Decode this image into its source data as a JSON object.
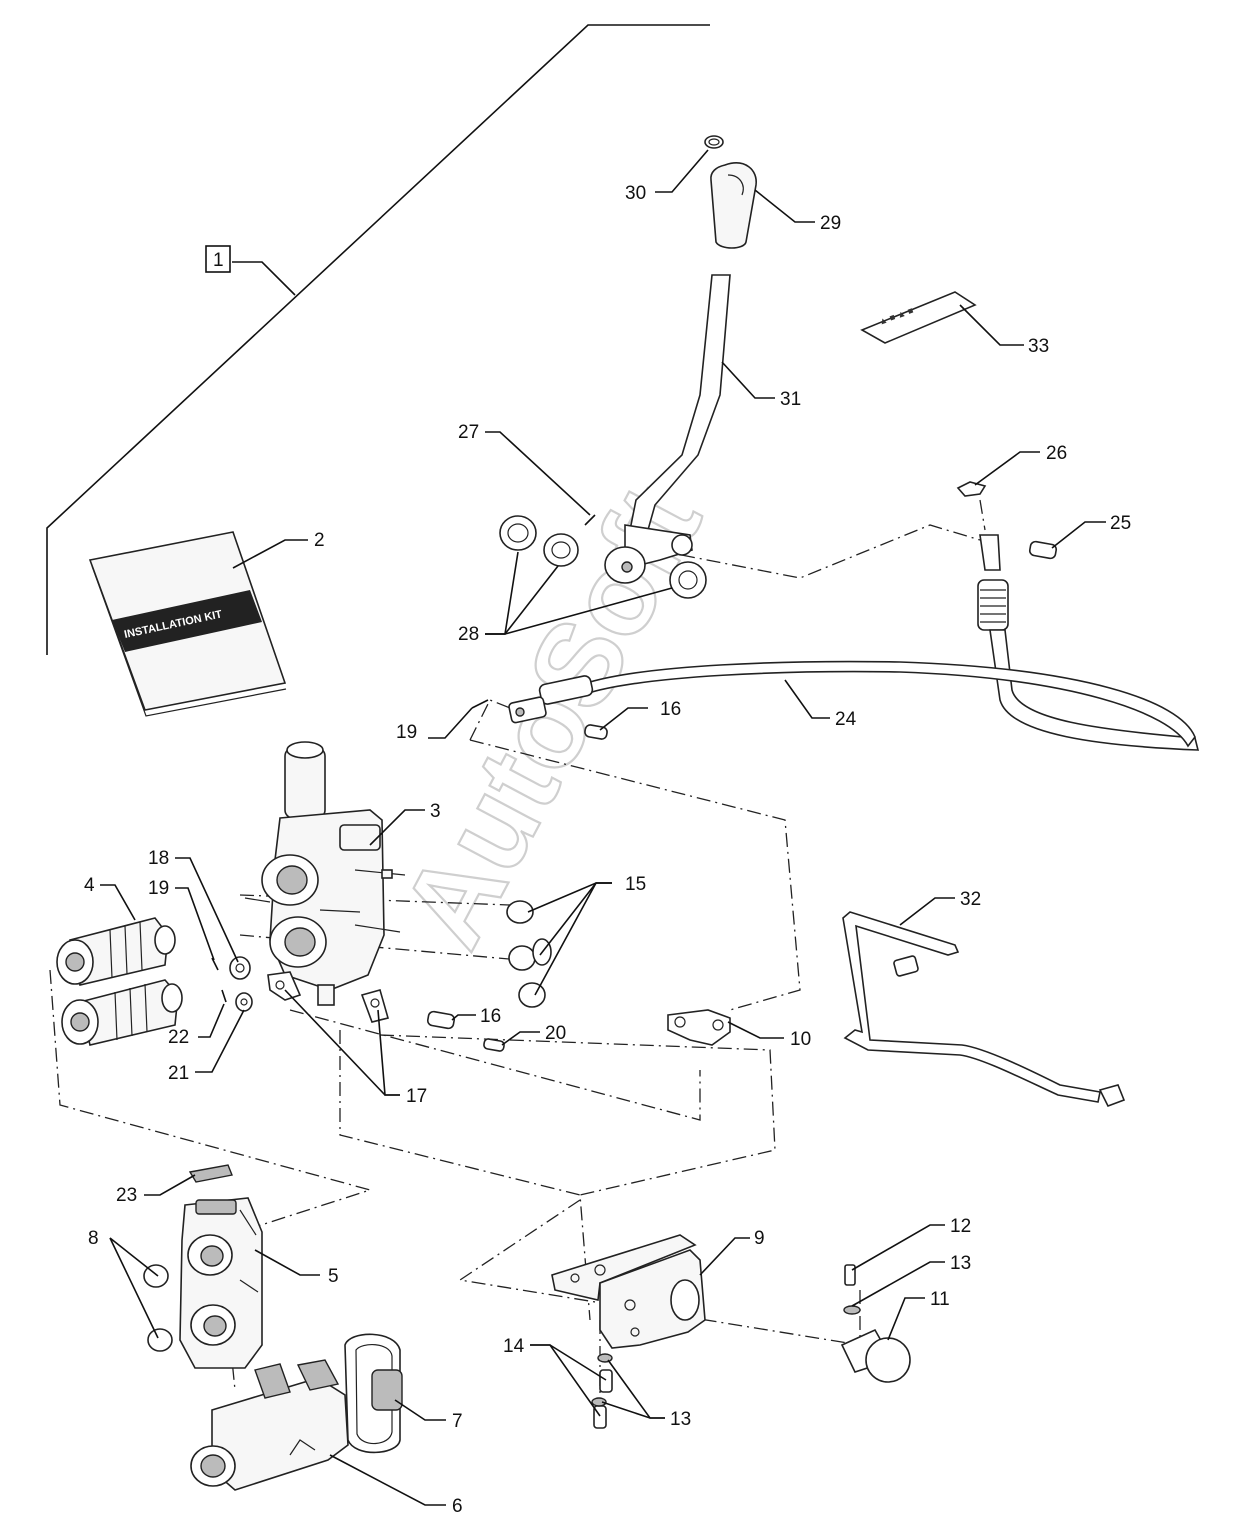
{
  "watermark": "AutoSoft",
  "manual_text": "INSTALLATION KIT",
  "callouts": {
    "c1": "1",
    "c2": "2",
    "c3": "3",
    "c4": "4",
    "c5": "5",
    "c6": "6",
    "c7": "7",
    "c8": "8",
    "c9": "9",
    "c10": "10",
    "c11": "11",
    "c12": "12",
    "c13a": "13",
    "c13b": "13",
    "c14": "14",
    "c15": "15",
    "c16a": "16",
    "c16b": "16",
    "c17": "17",
    "c18": "18",
    "c19a": "19",
    "c19b": "19",
    "c20": "20",
    "c21": "21",
    "c22": "22",
    "c23": "23",
    "c24": "24",
    "c25": "25",
    "c26": "26",
    "c27": "27",
    "c28": "28",
    "c29": "29",
    "c30": "30",
    "c31": "31",
    "c32": "32",
    "c33": "33"
  }
}
